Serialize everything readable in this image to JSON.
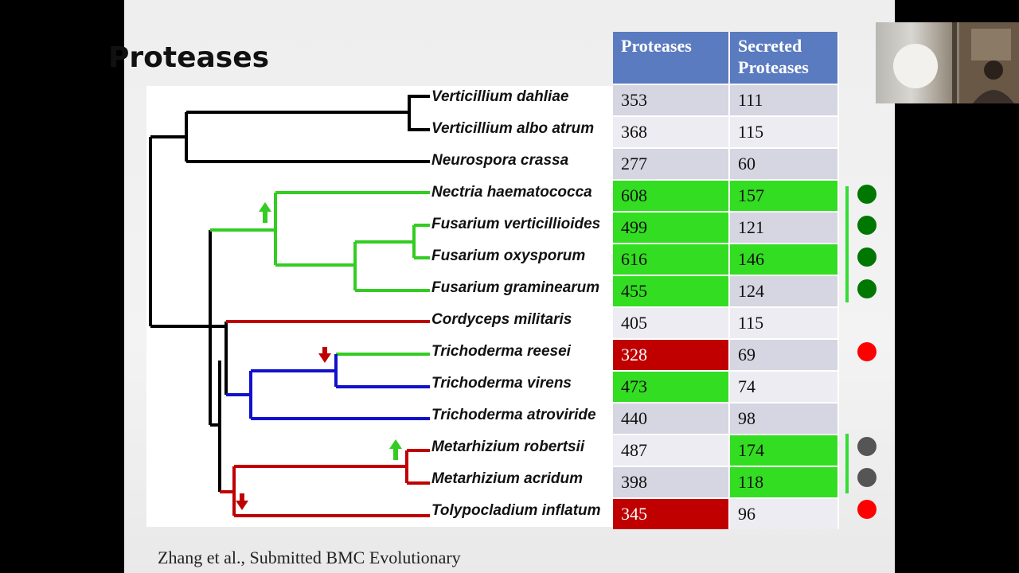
{
  "slide": {
    "title": "Proteases",
    "citation": "Zhang et al., Submitted BMC Evolutionary",
    "table": {
      "headers": [
        "Proteases",
        "Secreted Proteases"
      ],
      "rows": [
        {
          "species": "Verticillium dahliae",
          "proteases": "353",
          "secreted": "111",
          "prot_color": "#d6d6e2",
          "sec_color": "#d6d6e2",
          "marker": "",
          "species_color": "#111111"
        },
        {
          "species": "Verticillium albo atrum",
          "proteases": "368",
          "secreted": "115",
          "prot_color": "#ececf2",
          "sec_color": "#ececf2",
          "marker": "",
          "species_color": "#111111"
        },
        {
          "species": "Neurospora crassa",
          "proteases": "277",
          "secreted": "60",
          "prot_color": "#d6d6e2",
          "sec_color": "#d6d6e2",
          "marker": "",
          "species_color": "#111111"
        },
        {
          "species": "Nectria haematococca",
          "proteases": "608",
          "secreted": "157",
          "prot_color": "#33dd22",
          "sec_color": "#33dd22",
          "marker": "#007700",
          "species_color": "#111111"
        },
        {
          "species": "Fusarium verticillioides",
          "proteases": "499",
          "secreted": "121",
          "prot_color": "#33dd22",
          "sec_color": "#d6d6e2",
          "marker": "#007700",
          "species_color": "#111111"
        },
        {
          "species": "Fusarium oxysporum",
          "proteases": "616",
          "secreted": "146",
          "prot_color": "#33dd22",
          "sec_color": "#33dd22",
          "marker": "#007700",
          "species_color": "#111111"
        },
        {
          "species": "Fusarium graminearum",
          "proteases": "455",
          "secreted": "124",
          "prot_color": "#33dd22",
          "sec_color": "#d6d6e2",
          "marker": "#007700",
          "species_color": "#111111"
        },
        {
          "species": "Cordyceps militaris",
          "proteases": "405",
          "secreted": "115",
          "prot_color": "#ececf2",
          "sec_color": "#ececf2",
          "marker": "",
          "species_color": "#111111"
        },
        {
          "species": "Trichoderma reesei",
          "proteases": "328",
          "secreted": "69",
          "prot_color": "#c00000",
          "sec_color": "#d6d6e2",
          "marker": "#ff0000",
          "species_color": "#ffffff"
        },
        {
          "species": "Trichoderma virens",
          "proteases": "473",
          "secreted": "74",
          "prot_color": "#33dd22",
          "sec_color": "#ececf2",
          "marker": "",
          "species_color": "#111111"
        },
        {
          "species": "Trichoderma atroviride",
          "proteases": "440",
          "secreted": "98",
          "prot_color": "#d6d6e2",
          "sec_color": "#d6d6e2",
          "marker": "",
          "species_color": "#111111"
        },
        {
          "species": "Metarhizium robertsii",
          "proteases": "487",
          "secreted": "174",
          "prot_color": "#ececf2",
          "sec_color": "#33dd22",
          "marker": "#555555",
          "species_color": "#111111"
        },
        {
          "species": "Metarhizium acridum",
          "proteases": "398",
          "secreted": "118",
          "prot_color": "#d6d6e2",
          "sec_color": "#33dd22",
          "marker": "#555555",
          "species_color": "#111111"
        },
        {
          "species": "Tolypocladium inflatum",
          "proteases": "345",
          "secreted": "96",
          "prot_color": "#c00000",
          "sec_color": "#ececf2",
          "marker": "#ff0000",
          "species_color": "#ffffff"
        }
      ]
    }
  }
}
